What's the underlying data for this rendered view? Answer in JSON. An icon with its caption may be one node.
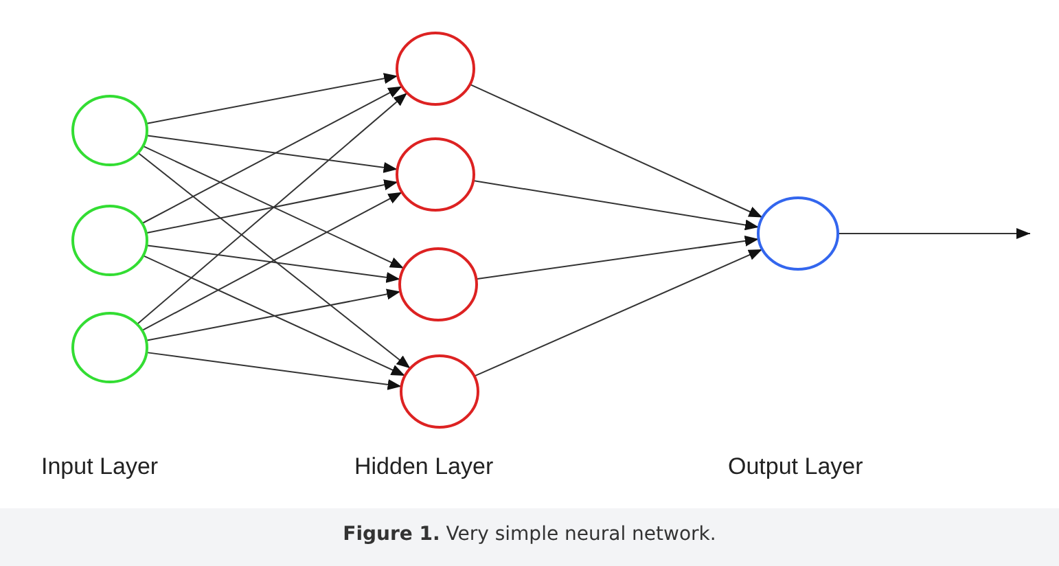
{
  "diagram": {
    "caption": "**Figure 1.** Very simple neural network.",
    "nodes": [
      {
        "text": [],
        "shape": "circle"
      },
      {
        "text": [],
        "shape": "circle"
      },
      {
        "text": [],
        "shape": "circle"
      },
      {
        "text": [],
        "shape": "circle"
      },
      {
        "text": [],
        "shape": "circle"
      },
      {
        "text": [],
        "shape": "circle"
      },
      {
        "text": [],
        "shape": "circle"
      },
      {
        "text": [],
        "shape": "circle"
      }
    ],
    "edges": [
      {
        "from": 0,
        "to": 3,
        "arrow": "to"
      },
      {
        "from": 0,
        "to": 4,
        "arrow": "to"
      },
      {
        "from": 0,
        "to": 5,
        "arrow": "to"
      },
      {
        "from": 0,
        "to": 6,
        "arrow": "to"
      },
      {
        "from": 1,
        "to": 3,
        "arrow": "to"
      },
      {
        "from": 1,
        "to": 4,
        "arrow": "to"
      },
      {
        "from": 1,
        "to": 5,
        "arrow": "to"
      },
      {
        "from": 1,
        "to": 6,
        "arrow": "to"
      },
      {
        "from": 2,
        "to": 3,
        "arrow": "to"
      },
      {
        "from": 2,
        "to": 4,
        "arrow": "to"
      },
      {
        "from": 2,
        "to": 5,
        "arrow": "to"
      },
      {
        "from": 2,
        "to": 6,
        "arrow": "to"
      },
      {
        "from": 3,
        "to": 7,
        "arrow": "to"
      },
      {
        "from": 4,
        "to": 7,
        "arrow": "to"
      },
      {
        "from": 5,
        "to": 7,
        "arrow": "to"
      },
      {
        "from": 6,
        "to": 7,
        "arrow": "to"
      },
      {
        "from": 7,
        "to": null,
        "arrow": "to"
      }
    ],
    "labels": [
      "Input Layer",
      "Hidden Layer",
      "Output Layer"
    ]
  }
}
